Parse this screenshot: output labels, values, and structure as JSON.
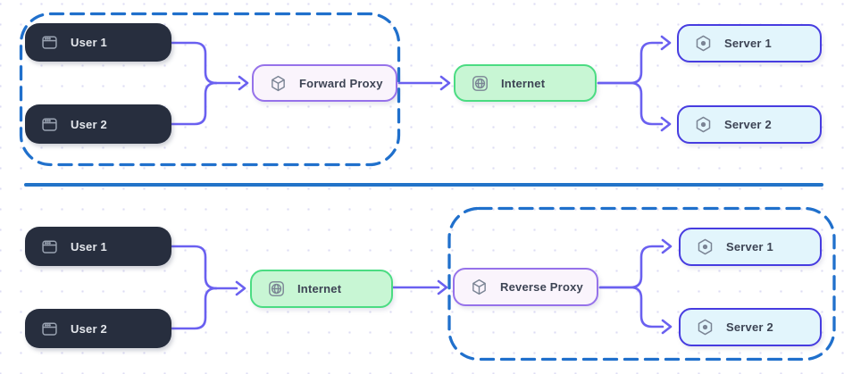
{
  "palette": {
    "canvas_bg": "#ffffff",
    "dot_color": "#dddcf4",
    "boundary_blue": "#2070cc",
    "separator_blue": "#2273c8",
    "arrow_indigo": "#6a60f0",
    "user_node_fill": "#272e3e",
    "user_node_text": "#e4e7ec",
    "user_icon_color": "#9aa3b2",
    "proxy_fill": "#faf4fc",
    "proxy_border": "#9672ea",
    "internet_fill": "#c8f6d4",
    "internet_border": "#4bdc82",
    "server_fill": "#e2f5fc",
    "server_border": "#473ce0",
    "light_node_text": "#3d4454",
    "light_icon_color": "#7a8494"
  },
  "icons": {
    "user": "browser-window-icon",
    "proxy": "cube-icon",
    "internet": "globe-icon",
    "server": "hexagon-nut-icon"
  },
  "top_diagram": {
    "user1": "User 1",
    "user2": "User 2",
    "proxy": "Forward Proxy",
    "internet": "Internet",
    "server1": "Server 1",
    "server2": "Server 2"
  },
  "bottom_diagram": {
    "user1": "User 1",
    "user2": "User 2",
    "internet": "Internet",
    "proxy": "Reverse Proxy",
    "server1": "Server 1",
    "server2": "Server 2"
  }
}
